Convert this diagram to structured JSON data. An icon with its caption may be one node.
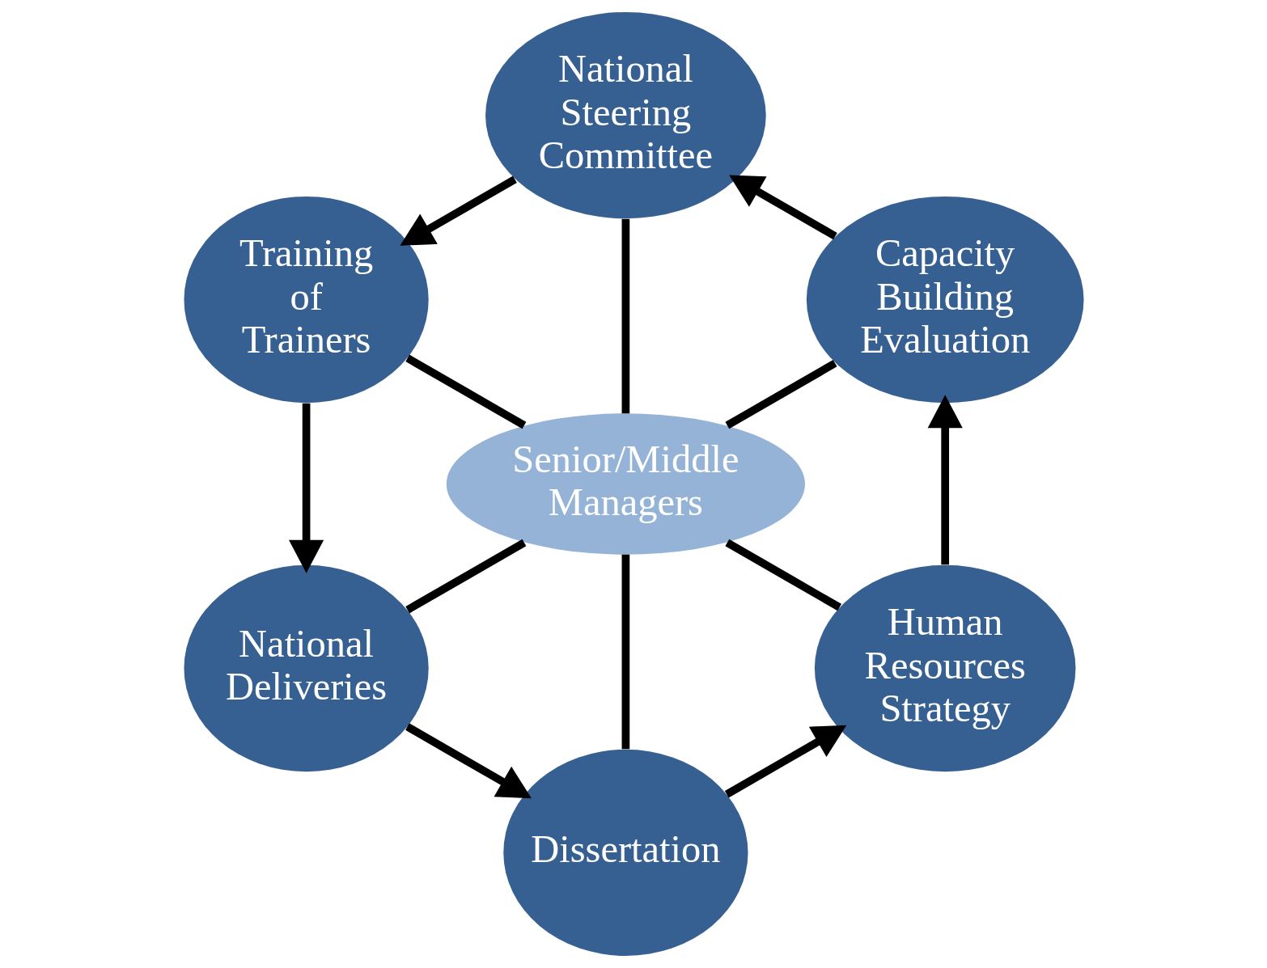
{
  "diagram": {
    "nodes": [
      {
        "text": [
          "Capacity Building Evaluation"
        ]
      },
      {
        "text": [
          "National Steering Committee"
        ]
      },
      {
        "text": [
          "Training of Trainers"
        ]
      },
      {
        "text": [
          "National Deliveries"
        ]
      },
      {
        "text": [
          "Dissertation"
        ]
      },
      {
        "text": [
          "Human Resources Strategy"
        ]
      },
      {
        "text": [
          "Senior/Middle Managers"
        ]
      }
    ],
    "edges": [
      {
        "from": 0,
        "to": 1,
        "arrow": "to"
      },
      {
        "from": 1,
        "to": 2,
        "arrow": "to"
      },
      {
        "from": 2,
        "to": 3,
        "arrow": "to"
      },
      {
        "from": 3,
        "to": 4,
        "arrow": "to"
      },
      {
        "from": 4,
        "to": 5,
        "arrow": "to"
      },
      {
        "from": 5,
        "to": 0,
        "arrow": "to"
      },
      {
        "from": 6,
        "to": 0,
        "arrow": "none"
      },
      {
        "from": 6,
        "to": 1,
        "arrow": "none"
      },
      {
        "from": 6,
        "to": 2,
        "arrow": "none"
      },
      {
        "from": 6,
        "to": 3,
        "arrow": "none"
      },
      {
        "from": 6,
        "to": 4,
        "arrow": "none"
      },
      {
        "from": 6,
        "to": 5,
        "arrow": "none"
      }
    ]
  }
}
